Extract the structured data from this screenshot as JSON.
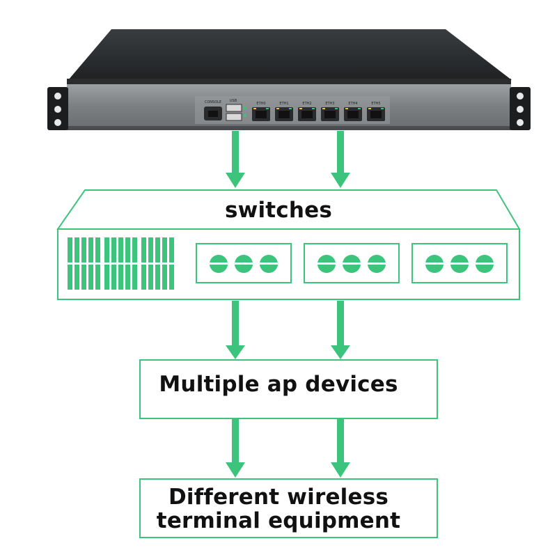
{
  "firewall": {
    "port_labels": [
      "CONSOLE",
      "USB",
      "ETH0",
      "ETH1",
      "ETH2",
      "ETH3",
      "ETH4",
      "ETH5"
    ]
  },
  "switch": {
    "title": "switches",
    "port_groups": 3,
    "ports_per_group": 3
  },
  "ap": {
    "label": "Multiple ap devices"
  },
  "terminal": {
    "line1": "Different wireless",
    "line2": "terminal equipment"
  },
  "colors": {
    "accent": "#3cc47c",
    "chassis": "#2c2e31",
    "panel": "#8a8d90"
  }
}
